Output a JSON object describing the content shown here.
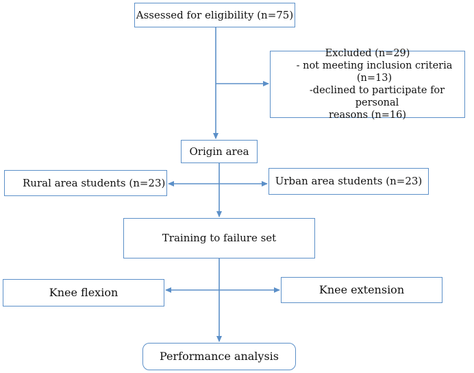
{
  "boxes": {
    "assessed": "Assessed for eligibility (n=75)",
    "excluded": {
      "title": "Excluded (n=29)",
      "line1": "- not meeting inclusion criteria (n=13)",
      "line2": "-declined to participate for personal",
      "line3": "reasons (n=16)"
    },
    "origin": "Origin area",
    "rural": "Rural area students (n=23)",
    "urban": "Urban area students (n=23)",
    "training": "Training to failure set",
    "flexion": "Knee flexion",
    "extension": "Knee extension",
    "performance": "Performance analysis"
  },
  "colors": {
    "line": "#5b8fc8"
  }
}
